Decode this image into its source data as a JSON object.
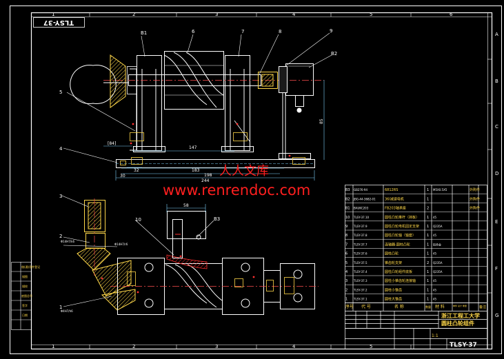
{
  "drawing": {
    "code": "TLSY-37",
    "code_rotated": "TLSY-37",
    "zones_top": [
      "1",
      "2",
      "3",
      "4",
      "5",
      "6"
    ],
    "zones_side": [
      "A",
      "B",
      "C",
      "D",
      "E",
      "F",
      "G"
    ],
    "callouts": {
      "B1": "B1",
      "c6": "6",
      "c7": "7",
      "c8": "8",
      "c9": "9",
      "B2": "B2",
      "c5": "5",
      "c4": "4",
      "c3": "3",
      "c2": "2",
      "c1": "1",
      "c10": "10",
      "B3": "B3"
    },
    "dims": {
      "d84": "[84]",
      "d147": "147",
      "d32": "32",
      "d183": "183",
      "d30": "30",
      "d198": "198",
      "d244": "244",
      "d85": "85",
      "d58": "58",
      "fit1": "Φ14H7/r6",
      "fit2": "Φ14H7/k6",
      "fit3": "Φ4H7/h6"
    },
    "watermark_cn": "人人文库",
    "watermark_url": "www.renrendoc.com"
  },
  "bom": {
    "rows": [
      {
        "no": "B3",
        "code": "GB276-94",
        "name": "6812RS",
        "qty": "1",
        "mat": "M5X0.5X5",
        "note": "外购件"
      },
      {
        "no": "B2",
        "code": "JBG-44-3682-01",
        "name": "36I减速电机",
        "qty": "1",
        "mat": "",
        "note": "外购件"
      },
      {
        "no": "B1",
        "code": "BAUKC203",
        "name": "FB203轴承座",
        "qty": "2",
        "mat": "",
        "note": "外购件"
      },
      {
        "no": "10",
        "code": "TLSY-37.10",
        "name": "圆柱凸轮推杆（挡板）",
        "qty": "1",
        "mat": "45",
        "note": ""
      },
      {
        "no": "9",
        "code": "TLSY-37.9",
        "name": "圆柱凸轮电机固定支架",
        "qty": "1",
        "mat": "Q235A",
        "note": ""
      },
      {
        "no": "8",
        "code": "TLSY-37.8",
        "name": "圆柱凸轮轴（轴套）",
        "qty": "1",
        "mat": "45",
        "note": ""
      },
      {
        "no": "7",
        "code": "TLSY-37.7",
        "name": "连轴器-圆柱凸轮",
        "qty": "1",
        "mat": "铝合金",
        "note": ""
      },
      {
        "no": "6",
        "code": "TLSY-37.6",
        "name": "圆柱凸轮",
        "qty": "1",
        "mat": "45",
        "note": ""
      },
      {
        "no": "5",
        "code": "TLSY-37.5",
        "name": "锥齿轮支架",
        "qty": "2",
        "mat": "Q235A",
        "note": ""
      },
      {
        "no": "4",
        "code": "TLSY-37.4",
        "name": "圆柱凸轮组件底板",
        "qty": "1",
        "mat": "Q235A",
        "note": ""
      },
      {
        "no": "3",
        "code": "TLSY-37.3",
        "name": "圆柱小锥齿轮连接轴",
        "qty": "1",
        "mat": "45",
        "note": ""
      },
      {
        "no": "2",
        "code": "TLSY-37.2",
        "name": "圆柱小锥齿",
        "qty": "1",
        "mat": "45",
        "note": ""
      },
      {
        "no": "1",
        "code": "TLSY-37.1",
        "name": "圆柱大锥齿",
        "qty": "1",
        "mat": "45",
        "note": ""
      }
    ],
    "header": {
      "no": "序号",
      "code": "代 号",
      "name": "名 称",
      "qty": "数量",
      "mat": "材 料",
      "weight": "单件 总计 重量",
      "note": "备注"
    }
  },
  "title_block": {
    "school": "浙江工程工大学",
    "part_name": "圆柱凸轮组件",
    "drawing_no": "TLSY-37",
    "scale": "1:1"
  },
  "side_table": {
    "cells": [
      "借(通)用件登记",
      "",
      "描图",
      "",
      "描校",
      "",
      "底图总号",
      "",
      "签字",
      "日期"
    ]
  }
}
